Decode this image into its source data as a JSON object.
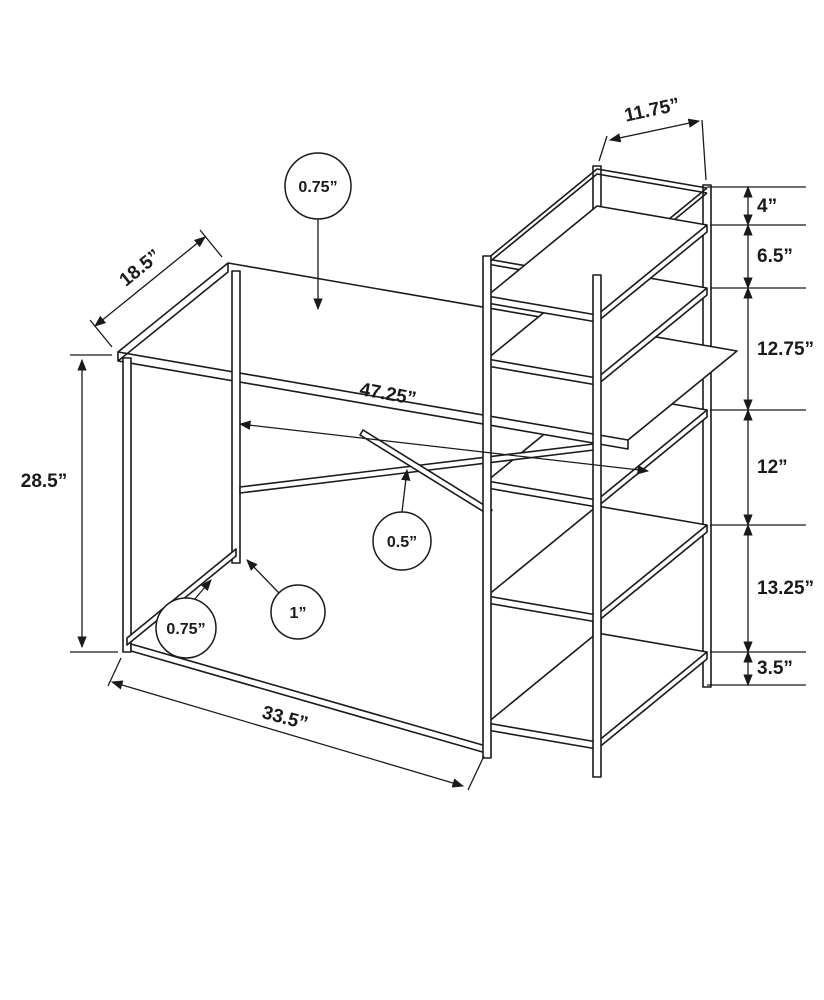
{
  "diagram": {
    "type": "furniture-dimension-drawing",
    "subject": "computer desk with attached shelf tower",
    "colors": {
      "line_color": "#1a1a1a",
      "background": "#ffffff"
    },
    "dims": {
      "top_thickness": "0.75”",
      "desk_depth": "18.5”",
      "desk_length": "47.25”",
      "desk_height": "28.5”",
      "frame_length": "33.5”",
      "tower_depth": "11.75”",
      "shelf_gap_1": "4”",
      "shelf_gap_2": "6.5”",
      "shelf_gap_3": "12.75”",
      "shelf_gap_4": "12”",
      "shelf_gap_5": "13.25”",
      "shelf_gap_6": "3.5”",
      "brace_thickness": "0.5”",
      "leg_width": "1”",
      "rail_thickness": "0.75”"
    }
  }
}
